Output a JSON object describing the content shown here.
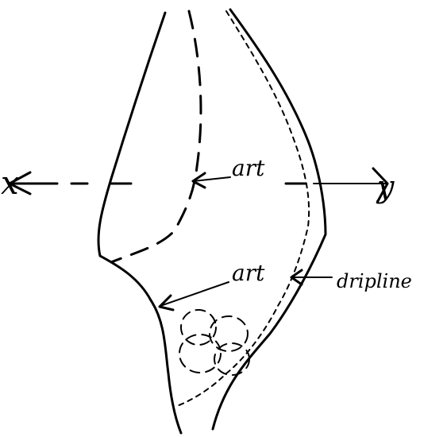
{
  "labels": {
    "x_end": "x",
    "y_end": "y",
    "art_upper": "art",
    "art_lower": "art",
    "dripline": "dripline"
  },
  "colors": {
    "ink": "#000000",
    "paper": "#ffffff"
  }
}
